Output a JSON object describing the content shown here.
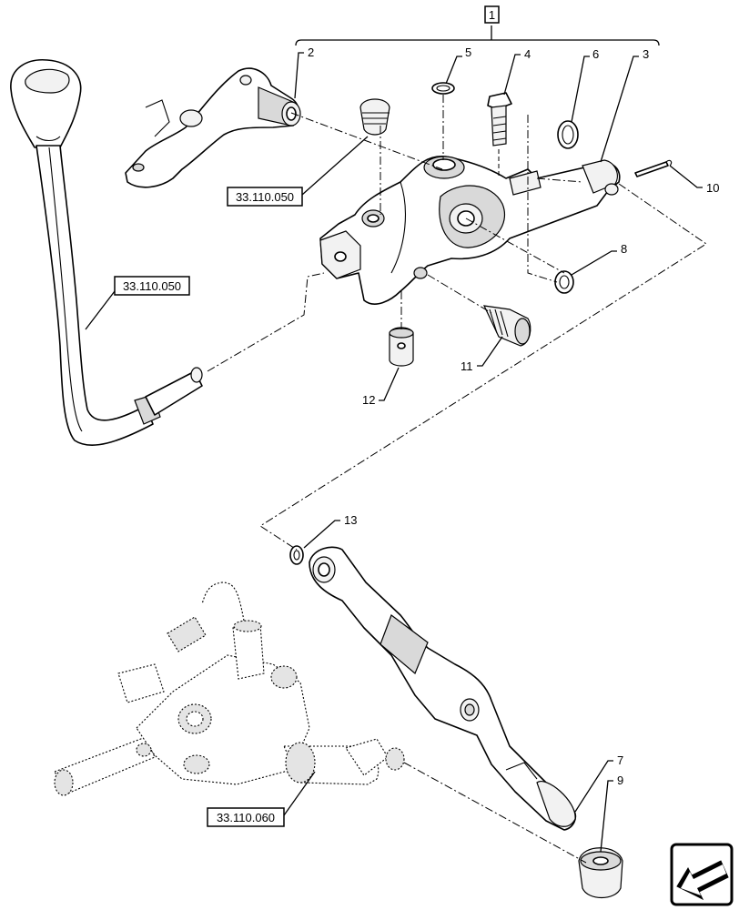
{
  "callouts": {
    "c1": "1",
    "c2": "2",
    "c3": "3",
    "c4": "4",
    "c5": "5",
    "c6": "6",
    "c7": "7",
    "c8": "8",
    "c9": "9",
    "c10": "10",
    "c11": "11",
    "c12": "12",
    "c13": "13"
  },
  "references": {
    "ref_top": "33.110.050",
    "ref_left": "33.110.050",
    "ref_bottom": "33.110.060"
  },
  "icons": {
    "nav": "back-arrow-icon"
  }
}
